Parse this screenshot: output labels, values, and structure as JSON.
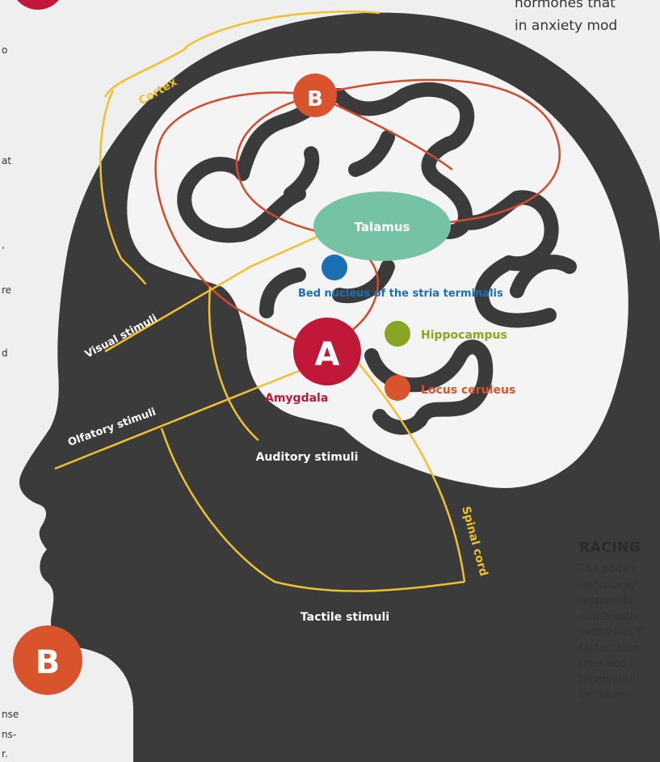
{
  "colors": {
    "head": "#3b3b3b",
    "brain": "#f4f4f4",
    "gyri": "#3b3b3b",
    "yellow": "#f0c030",
    "red_line": "#d24b2c",
    "amygdala": "#c1183a",
    "talamus": "#76c2a5",
    "bed_nucleus": "#1a6fb5",
    "hippocampus": "#8aa524",
    "locus": "#d9532c",
    "cortex_marker": "#d9532c"
  },
  "labels": {
    "cortex": "Cortex",
    "talamus": "Talamus",
    "bed_nucleus": "Bed nucleus of the stria terminalis",
    "hippocampus": "Hippocampus",
    "locus_ceruleus": "Locus ceruleus",
    "amygdala": "Amygdala",
    "visual": "Visual stimuli",
    "olfactory": "Olfatory stimuli",
    "auditory": "Auditory stimuli",
    "tactile": "Tactile stimuli",
    "spinal": "Spinal cord"
  },
  "markers": {
    "a": "A",
    "b": "B",
    "b_side": "B"
  },
  "top_text": {
    "line1": "normones that",
    "line2": "in anxiety mod"
  },
  "racing": {
    "title": "RACING",
    "lines": [
      "The body's",
      "nervous sy",
      "responsibl",
      "and breath",
      "overdrive. T",
      "faster, bloo",
      "rises and t",
      "hiperventil",
      "increases,"
    ]
  },
  "left_fragments": {
    "f1": "o",
    "f2": "at",
    "f3": ",",
    "f4": "re",
    "f5": "d",
    "f6": "nse",
    "f7": "ns-",
    "f8": "r."
  }
}
